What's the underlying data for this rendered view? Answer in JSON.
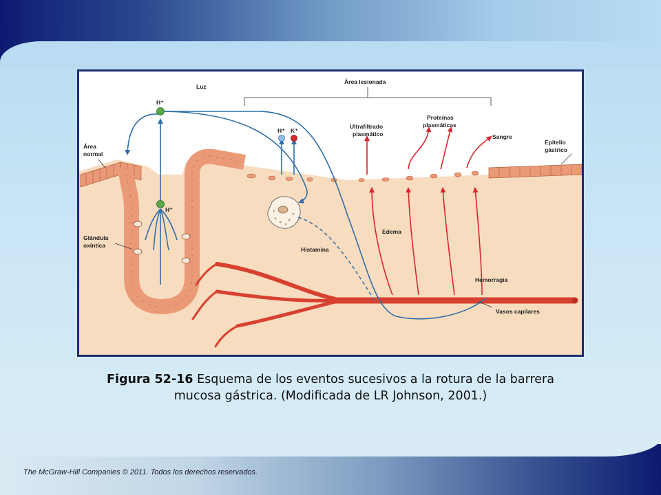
{
  "figure": {
    "labels": {
      "luz": "Luz",
      "area_lesionada": "Área lesionada",
      "h_plus_top": "H⁺",
      "h_plus_lower": "H⁺",
      "h_plus_pump": "H⁺",
      "k_plus_pump": "K⁺",
      "area_normal_1": "Área",
      "area_normal_2": "normal",
      "ultrafiltrado_1": "Ultrafiltrado",
      "ultrafiltrado_2": "plasmático",
      "proteinas_1": "Proteínas",
      "proteinas_2": "plasmáticas",
      "sangre": "Sangre",
      "epitelio_1": "Epitelio",
      "epitelio_2": "gástrico",
      "glandula_1": "Glándula",
      "glandula_2": "oxíntica",
      "histamina": "Histamina",
      "edema": "Edema",
      "hemorragia": "Hemorragia",
      "vasos_capilares": "Vasos capilares"
    },
    "colors": {
      "arrow_blue": "#2f6ea8",
      "arrow_red": "#d8262f",
      "tissue": "#f7dcbf",
      "cell": "#eb9a78",
      "vessel": "#d8402f",
      "frame": "#1b2d6e"
    }
  },
  "caption": {
    "label": "Figura 52-16",
    "text": " Esquema de los eventos sucesivos a la rotura de la barrera mucosa gástrica. (Modificada de LR Johnson, 2001.)"
  },
  "footer": {
    "copyright": "The McGraw-Hill Companies © 2011. Todos los derechos reservados."
  }
}
